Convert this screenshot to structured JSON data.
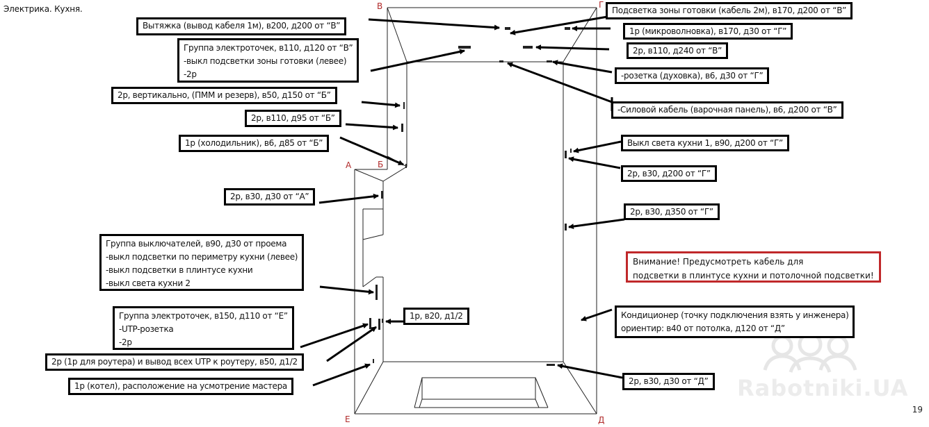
{
  "page": {
    "title": "Электрика. Кухня.",
    "page_number": "19",
    "watermark": "Rabotniki.UA"
  },
  "corners": {
    "A": "А",
    "B": "Б",
    "V": "В",
    "G": "Г",
    "D": "Д",
    "E": "Е"
  },
  "callouts": {
    "hood": "Вытяжка (вывод кабеля 1м), в200, д200 от “В”",
    "group_left": {
      "lines": [
        "Группа электроточек, в110, д120 от “В”",
        "-выкл подсветки зоны готовки (левее)",
        "-2р"
      ]
    },
    "dishwasher": "2р, вертикально, (ПММ и резерв), в50, д150 от “Б”",
    "socket_b95": "2р, в110, д95 от “Б”",
    "fridge": "1р (холодильник), в6, д85 от “Б”",
    "socket_a30": "2р, в30, д30 от “А”",
    "switch_group": {
      "lines": [
        "Группа выключателей, в90, д30 от проема",
        "-выкл подсветки по периметру кухни (левее)",
        "-выкл подсветки в плинтусе кухни",
        "-выкл света кухни 2"
      ]
    },
    "group_e": {
      "lines": [
        "Группа электроточек, в150, д110 от “Е”",
        "-UTP-розетка",
        "-2р"
      ]
    },
    "router": "2р (1р для роутера) и вывод всех UTP к роутеру, в50, д1/2",
    "boiler": "1р (котел), расположение на усмотрение мастера",
    "socket_mid": "1р, в20, д1/2",
    "cook_light": "Подсветка зоны готовки (кабель 2м), в170, д200 от “В”",
    "microwave": "1р (микроволновка), в170, д30 от “Г”",
    "socket_v240": "2р, в110, д240 от “В”",
    "oven": "-розетка (духовка), в6, д30 от “Г”",
    "hob": "-Силовой кабель (варочная панель), в6, д200 от “В”",
    "light_switch1": "Выкл света кухни 1, в90, д200 от “Г”",
    "socket_g200": "2р, в30, д200 от “Г”",
    "socket_g350": "2р, в30, д350 от “Г”",
    "aircon": {
      "lines": [
        "Кондиционер (точку подключения взять у инженера)",
        "ориентир: в40 от потолка, д120 от “Д”"
      ]
    },
    "socket_d30": "2р, в30, д30 от “Д”"
  },
  "warning": {
    "lines": [
      "Внимание! Предусмотреть кабель для",
      "подсветки в плинтусе кухни и потолочной подсветки!"
    ],
    "border_color": "#c0282a"
  },
  "colors": {
    "corner_label": "#b02a2a",
    "line": "#000000"
  }
}
